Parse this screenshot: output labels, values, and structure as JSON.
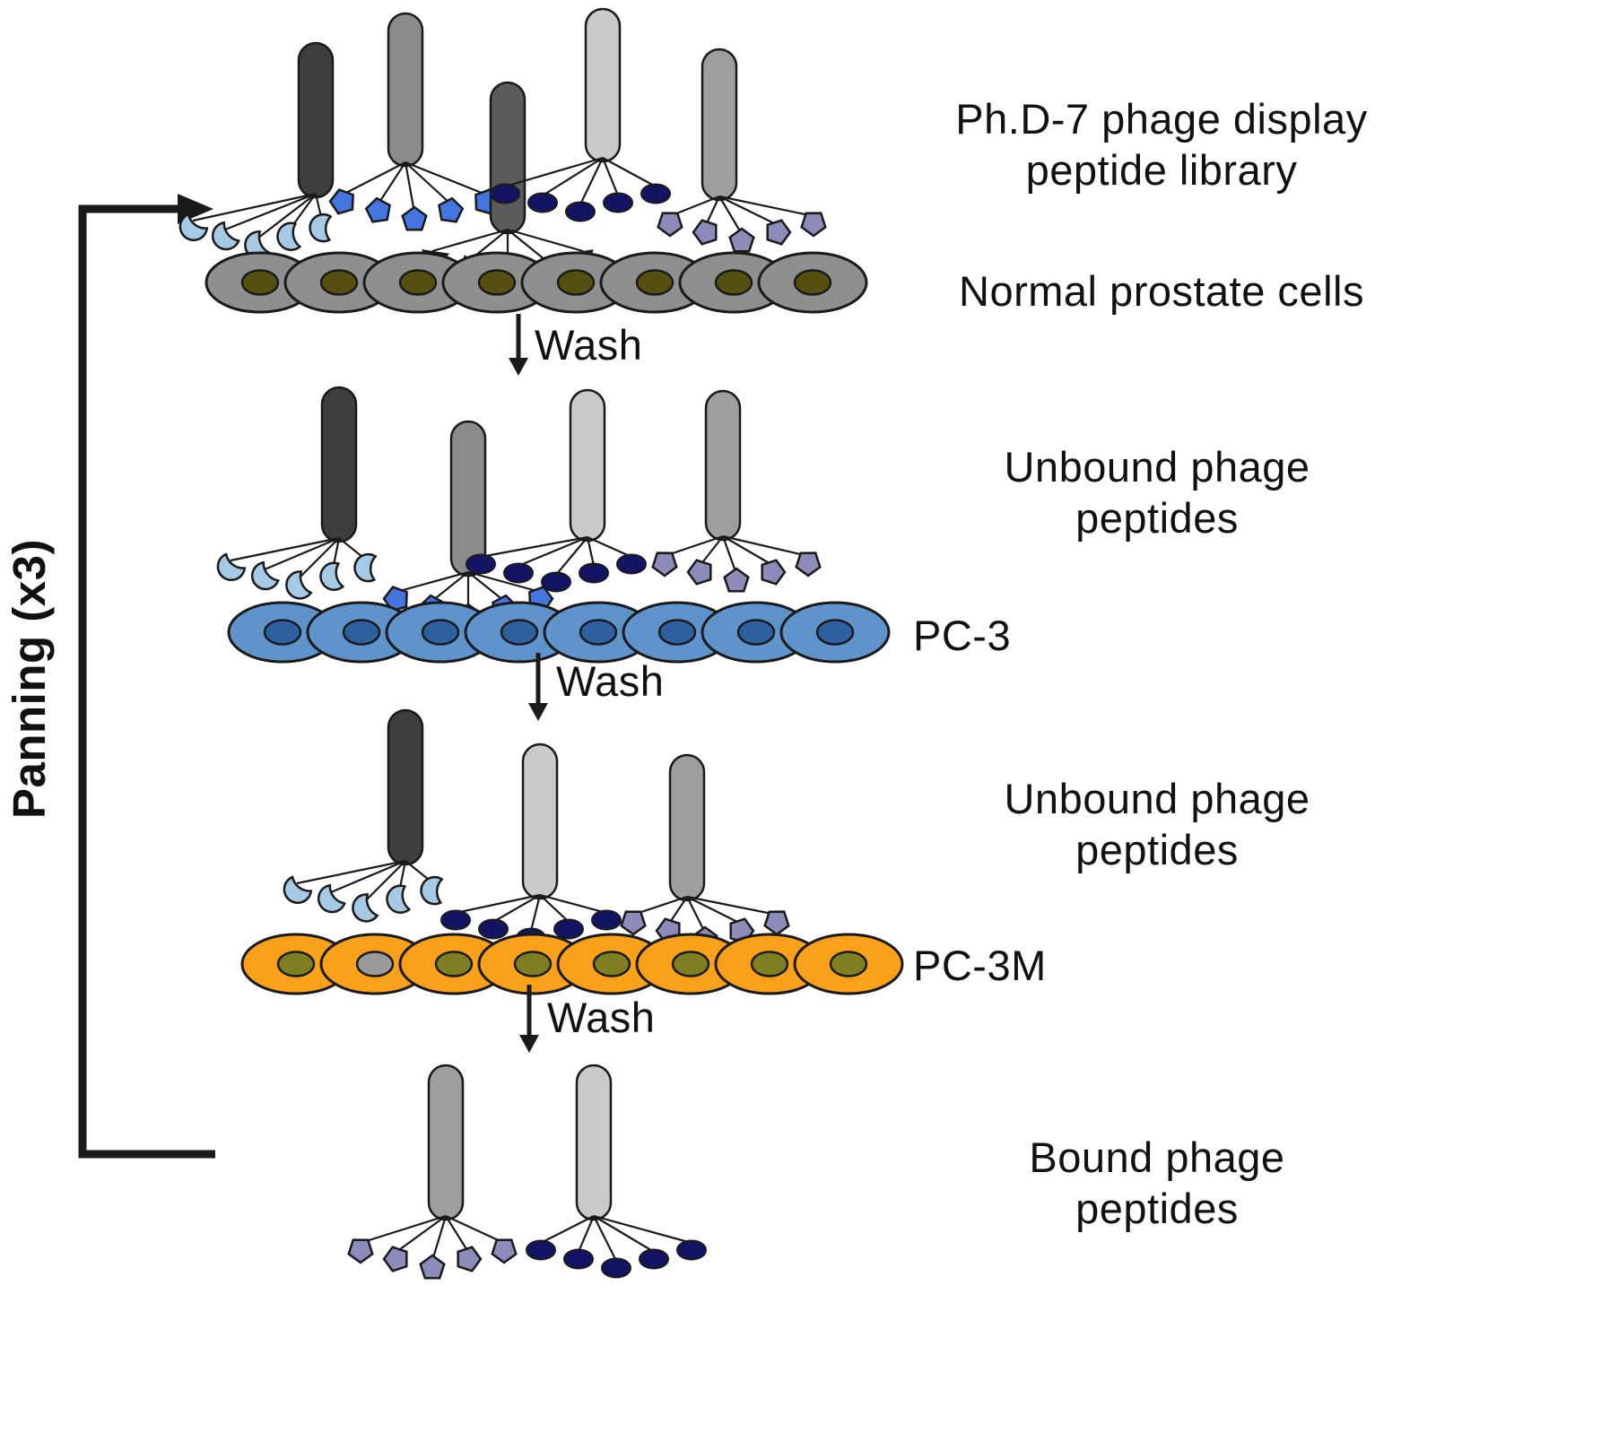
{
  "labels": {
    "panning": "Panning (x3)",
    "phage_library": "Ph.D-7 phage display peptide library",
    "normal_cells": "Normal prostate cells",
    "wash": "Wash",
    "unbound_peptides": "Unbound phage peptides",
    "pc3": "PC-3",
    "pc3m": "PC-3M",
    "bound_peptides": "Bound phage peptides"
  },
  "colors": {
    "outline": "#1a1a1a",
    "phage_dark": "#3e3e3e",
    "phage_dim": "#5b5b5b",
    "phage_medium": "#8b8b8b",
    "phage_gray": "#9e9e9e",
    "phage_light": "#cacaca",
    "peptide_blue_pentagon": "#4576e0",
    "peptide_light_blue_crescent": "#a6c9e6",
    "peptide_navy_ellipse": "#141465",
    "peptide_purple_pentagon": "#8c8cba",
    "peptide_green_triangle": "#35a05c",
    "cell_normal": "#8f8f8f",
    "cell_normal_nucleus": "#565010",
    "cell_pc3": "#5f93cb",
    "cell_pc3_nucleus": "#2e5f9f",
    "cell_pc3m": "#f9a11b",
    "cell_pc3m_nucleus": "#7e7e22",
    "cell_pc3m_alt_nucleus": "#9a9a9a"
  }
}
